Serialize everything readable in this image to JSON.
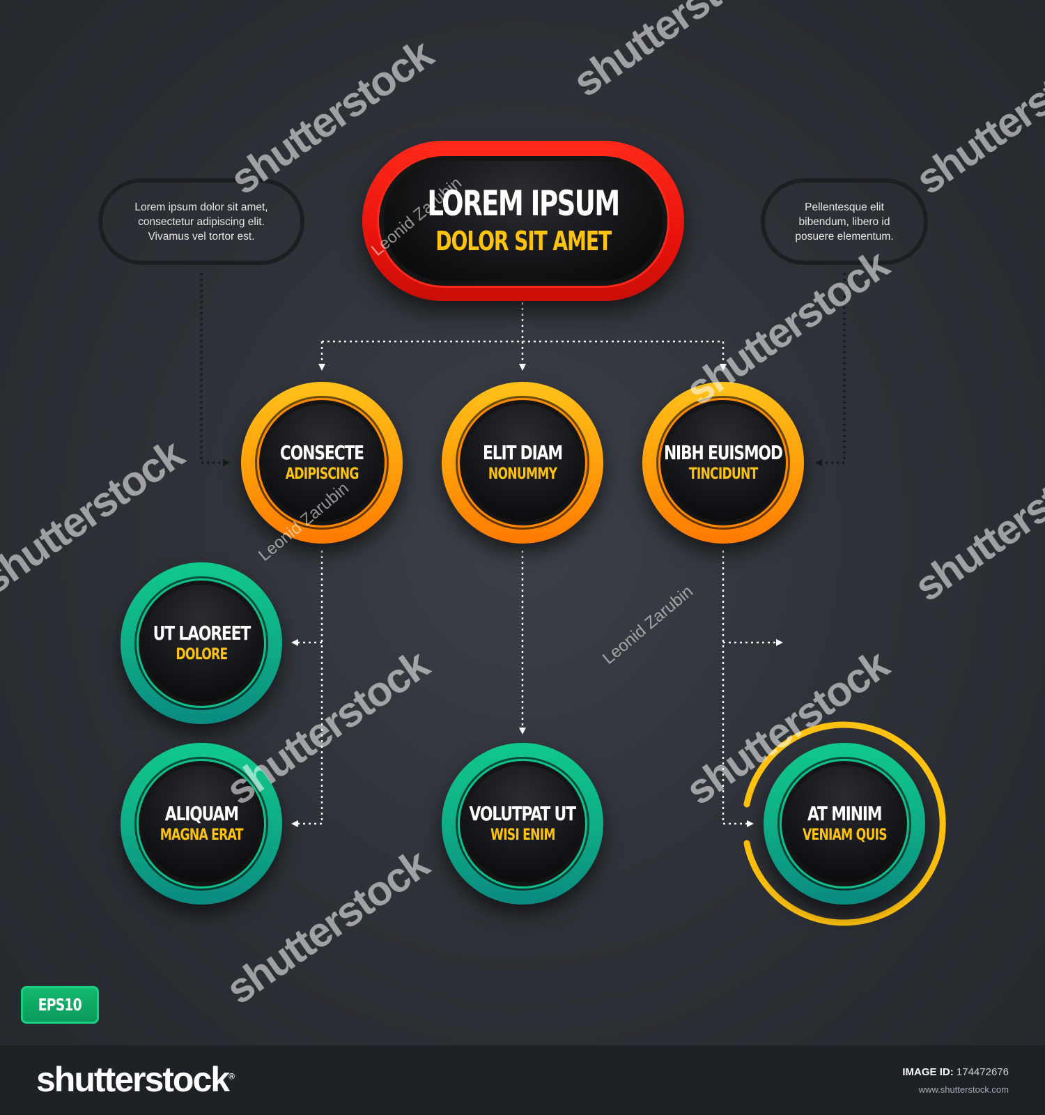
{
  "diagram": {
    "root": {
      "title": "LOREM IPSUM",
      "subtitle": "DOLOR SIT AMET",
      "color": "#e8130c"
    },
    "notes": {
      "left": [
        "Lorem ipsum dolor sit amet,",
        "consectetur adipiscing elit.",
        "Vivamus vel tortor est."
      ],
      "right": [
        "Pellentesque elit",
        "bibendum, libero id",
        "posuere elementum."
      ]
    },
    "level2": [
      {
        "title": "CONSECTE",
        "subtitle": "ADIPISCING"
      },
      {
        "title": "ELIT DIAM",
        "subtitle": "NONUMMY"
      },
      {
        "title": "NIBH EUISMOD",
        "subtitle": "TINCIDUNT"
      }
    ],
    "level3": [
      {
        "title": "UT LAOREET",
        "subtitle": "DOLORE"
      },
      {
        "title": "ALIQUAM",
        "subtitle": "MAGNA ERAT"
      },
      {
        "title": "VOLUTPAT UT",
        "subtitle": "WISI ENIM"
      },
      {
        "title": "AT MINIM",
        "subtitle": "VENIAM QUIS"
      }
    ],
    "colors": {
      "level2_ring": "#ff9d0a",
      "level3_ring": "#0fae86",
      "highlight_ring": "#ffc20e",
      "label_accent": "#ffc20e"
    }
  },
  "badge": {
    "label": "EPS10",
    "color": "#11b86e"
  },
  "watermark": {
    "text": "shutterstock",
    "author": "Leonid Zarubin"
  },
  "footer": {
    "brand": "shutterstock",
    "image_id_label": "IMAGE ID:",
    "image_id": "174472676",
    "site": "www.shutterstock.com"
  }
}
